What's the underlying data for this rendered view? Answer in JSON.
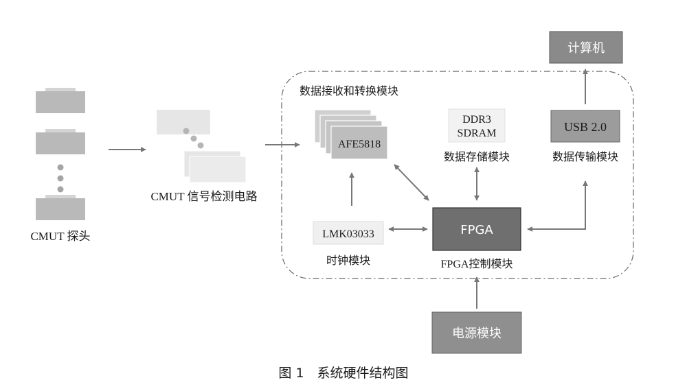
{
  "probe": {
    "label": "CMUT 探头"
  },
  "circuit": {
    "label": "CMUT 信号检测电路"
  },
  "module_title": "数据接收和转换模块",
  "afe": {
    "label": "AFE5818"
  },
  "ddr": {
    "line1": "DDR3",
    "line2": "SDRAM",
    "caption": "数据存储模块"
  },
  "usb": {
    "label": "USB 2.0",
    "caption": "数据传输模块"
  },
  "computer": {
    "label": "计算机"
  },
  "lmk": {
    "label": "LMK03033",
    "caption": "时钟模块"
  },
  "fpga": {
    "label": "FPGA",
    "caption": "FPGA控制模块"
  },
  "power": {
    "label": "电源模块"
  },
  "figure_caption": "图 1　系统硬件结构图",
  "colors": {
    "dark_box": "#6f6f6f",
    "mid_box": "#8f8f8f",
    "light_box": "#c8c8c8",
    "pale_box": "#e4e4e4",
    "arrow": "#777777",
    "text": "#1a1a1a",
    "white_text": "#ffffff"
  }
}
